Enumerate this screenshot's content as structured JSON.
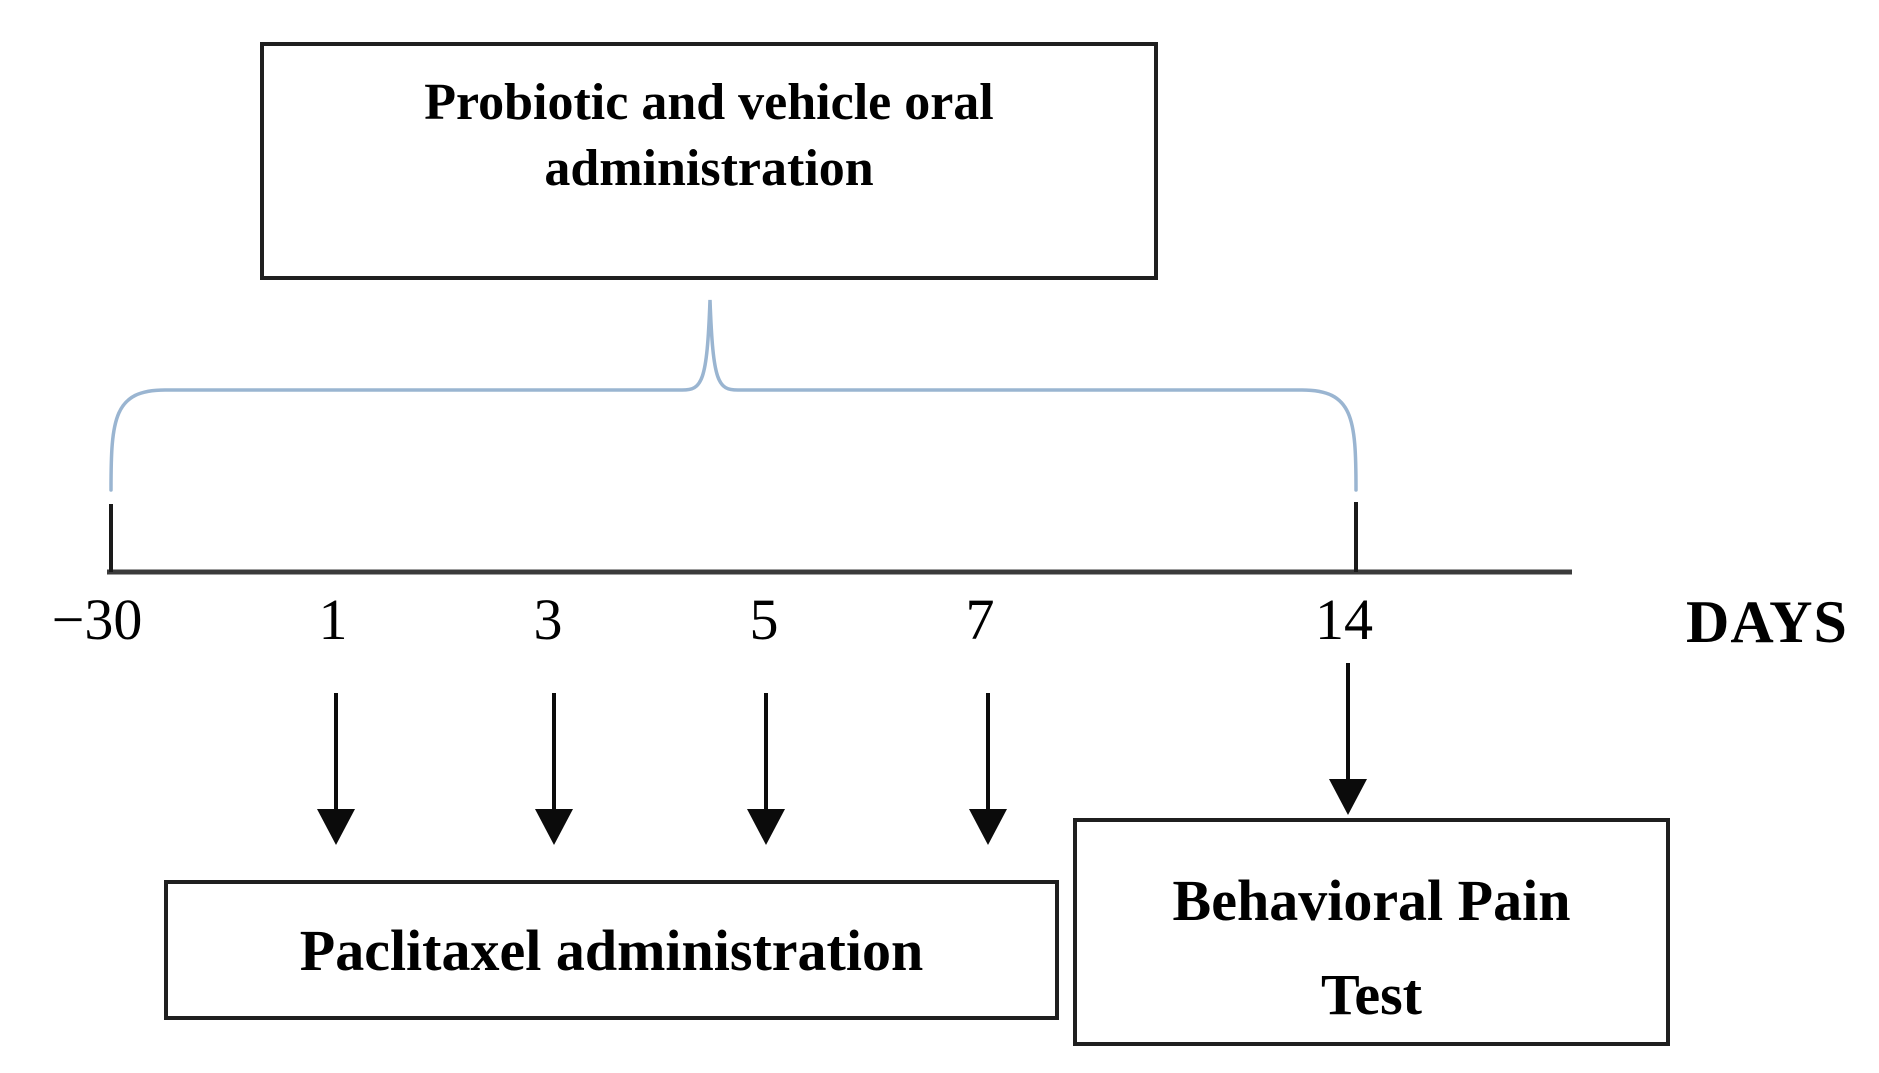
{
  "figure": {
    "top_box": {
      "lines": [
        "Probiotic and vehicle oral",
        "administration"
      ]
    },
    "timeline": {
      "tick_labels": [
        "−30",
        "1",
        "3",
        "5",
        "7",
        "14"
      ],
      "axis_label": "DAYS"
    },
    "paclitaxel_box": {
      "lines": [
        "Paclitaxel administration"
      ]
    },
    "behavioral_box": {
      "lines": [
        "Behavioral Pain",
        "Test"
      ]
    },
    "colors": {
      "box_border": "#1f1f1f",
      "text": "#000000",
      "timeline_line": "#3b3b3b",
      "tick_mark": "#1a1a1a",
      "arrow": "#0b0b0b",
      "brace": "#9ab5d1"
    }
  }
}
